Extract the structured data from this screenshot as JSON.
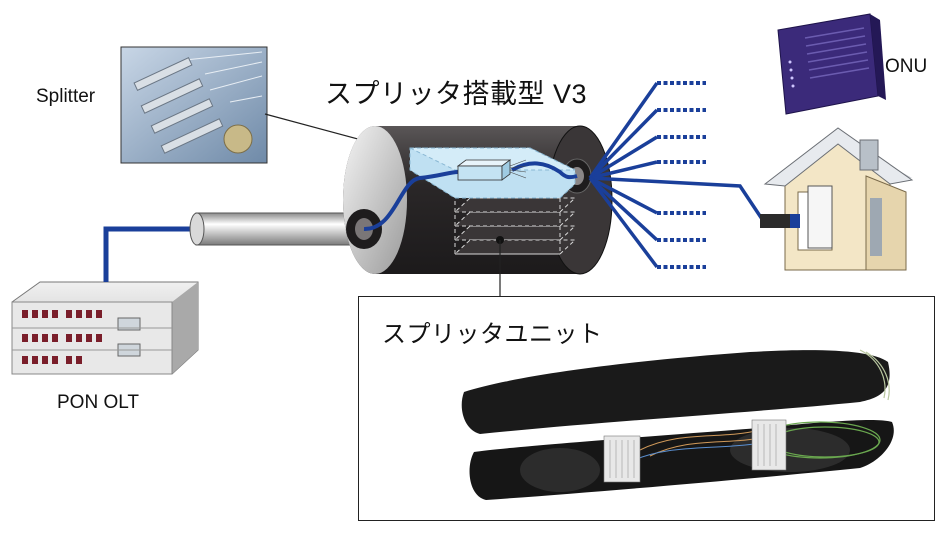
{
  "labels": {
    "splitter": "Splitter",
    "title": "スプリッタ搭載型 V3",
    "onu": "ONU",
    "pon_olt": "PON OLT",
    "splitter_unit": "スプリッタユニット"
  },
  "colors": {
    "fiber": "#1a3f9a",
    "closure_body": "#2e2b2c",
    "splitter_tray": "#bfe0f2",
    "onu_device": "#3b2a7a",
    "house_wall": "#f3e6c6"
  },
  "icons": {
    "splitter_photo": "fiber-splitter-modules",
    "olt": "rack-server",
    "onu": "onu-modem",
    "house": "house",
    "closure": "fiber-closure-cylinder",
    "unit_photo": "open-splitter-unit"
  }
}
